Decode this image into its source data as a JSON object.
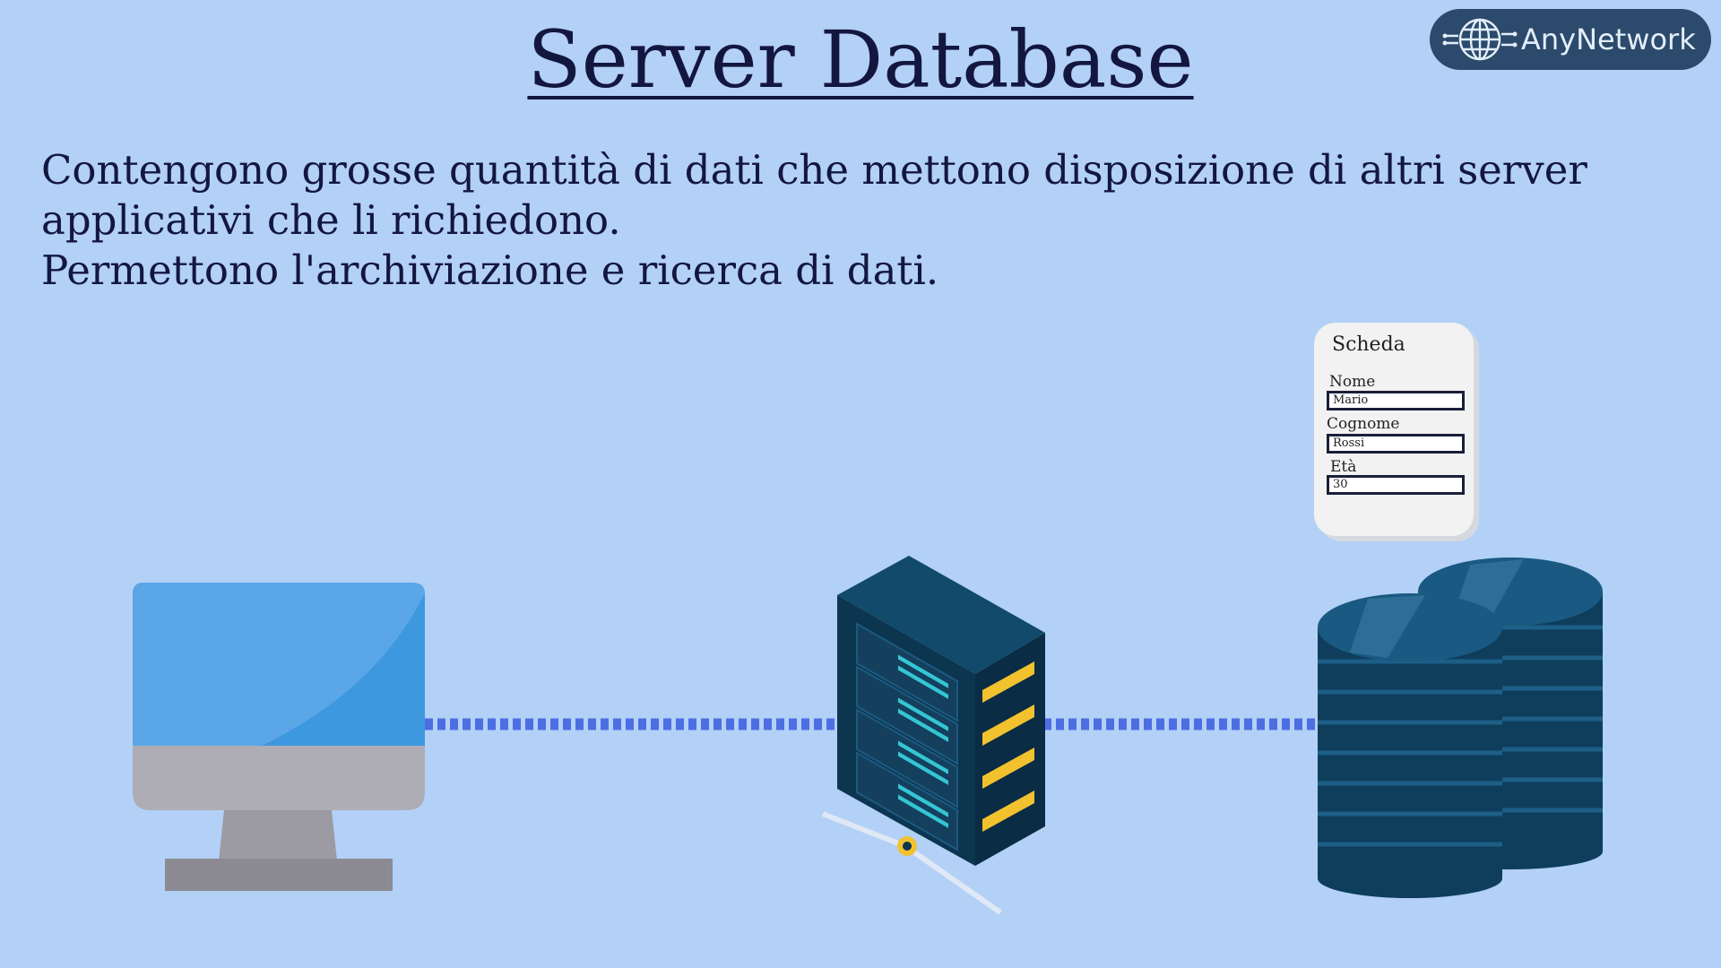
{
  "title": "Server Database",
  "logo": {
    "text": "AnyNetwork",
    "icon": "globe-circuit-icon"
  },
  "description": [
    "Contengono grosse quantità di dati che mettono disposizione di altri server",
    "applicativi che li richiedono.",
    "Permettono l'archiviazione e ricerca di dati."
  ],
  "form": {
    "title": "Scheda",
    "fields": [
      {
        "label": "Nome",
        "value": "Mario"
      },
      {
        "label": "Cognome",
        "value": "Rossi"
      },
      {
        "label": "Età",
        "value": "30"
      }
    ]
  },
  "illustration": {
    "items": [
      "computer-monitor-icon",
      "server-rack-icon",
      "database-stack-icon"
    ]
  },
  "colors": {
    "background": "#b3d0f7",
    "text": "#13173f",
    "connection": "#4d6ee3",
    "server": "#0f3b57",
    "monitor_screen": "#4aa3e6"
  }
}
